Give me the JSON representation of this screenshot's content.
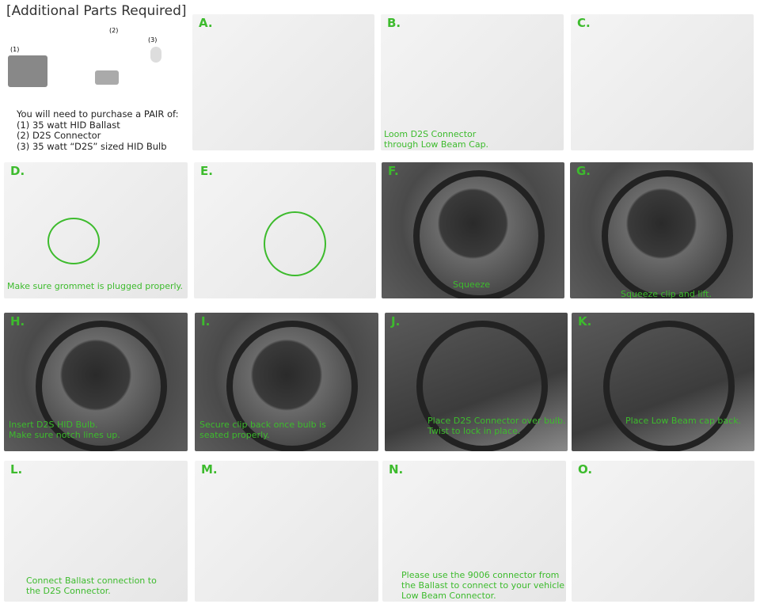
{
  "header": {
    "title": "[Additional Parts Required]"
  },
  "parts": {
    "tags": [
      "(1)",
      "(2)",
      "(3)"
    ],
    "intro": "You will need to purchase a PAIR of:",
    "items": [
      "(1) 35 watt HID Ballast",
      "(2) D2S Connector",
      "(3) 35 watt “D2S” sized HID Bulb"
    ]
  },
  "steps": [
    {
      "label": "A.",
      "caption": []
    },
    {
      "label": "B.",
      "caption": [
        "Loom D2S Connector",
        "through Low Beam Cap."
      ]
    },
    {
      "label": "C.",
      "caption": []
    },
    {
      "label": "D.",
      "caption": [
        "Make sure grommet is plugged properly."
      ]
    },
    {
      "label": "E.",
      "caption": []
    },
    {
      "label": "F.",
      "caption": [
        "Squeeze"
      ]
    },
    {
      "label": "G.",
      "caption": [
        "Squeeze clip and lift."
      ]
    },
    {
      "label": "H.",
      "caption": [
        "Insert D2S HID Bulb.",
        "Make sure notch lines up."
      ]
    },
    {
      "label": "I.",
      "caption": [
        "Secure clip back once bulb is",
        "seated properly."
      ]
    },
    {
      "label": "J.",
      "caption": [
        "Place D2S Connector over bulb.",
        "Twist to lock in place."
      ]
    },
    {
      "label": "K.",
      "caption": [
        "Place Low Beam cap back."
      ]
    },
    {
      "label": "L.",
      "caption": [
        "Connect Ballast connection to",
        "the D2S Connector."
      ]
    },
    {
      "label": "M.",
      "caption": []
    },
    {
      "label": "N.",
      "caption": [
        "Please use the 9006 connector from",
        "the Ballast to connect to your vehicle",
        "Low Beam Connector."
      ]
    },
    {
      "label": "O.",
      "caption": []
    }
  ],
  "colors": {
    "accent": "#3dbb2d"
  }
}
